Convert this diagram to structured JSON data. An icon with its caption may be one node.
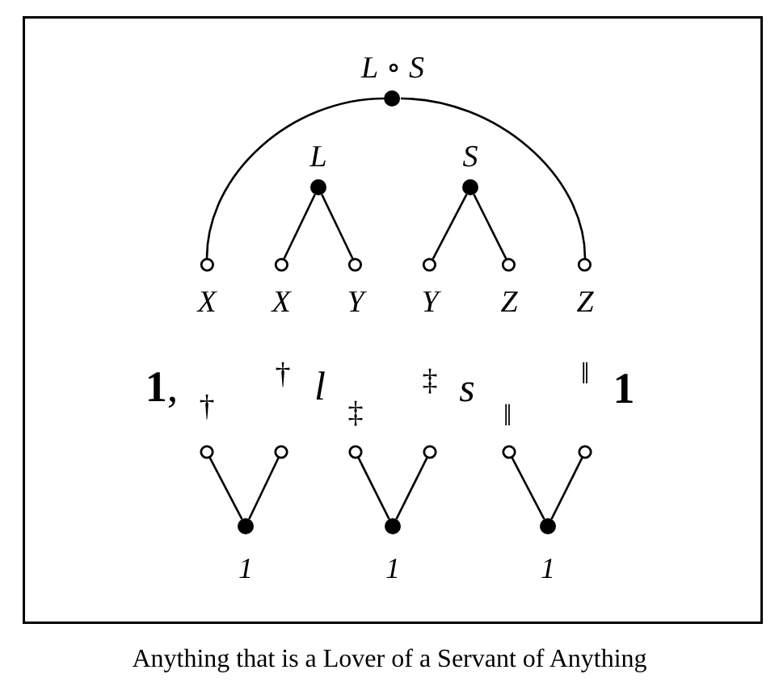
{
  "diagram": {
    "caption": "Anything that is a Lover of a Servant of Anything",
    "nodes": [
      {
        "text": [
          "*L* ∘ *S*"
        ]
      },
      {
        "text": [
          "L"
        ]
      },
      {
        "text": [
          "S"
        ]
      },
      {
        "text": [
          "X"
        ]
      },
      {
        "text": [
          "X"
        ]
      },
      {
        "text": [
          "Y"
        ]
      },
      {
        "text": [
          "Y"
        ]
      },
      {
        "text": [
          "Z"
        ]
      },
      {
        "text": [
          "Z"
        ]
      },
      {
        "text": [],
        "shape": "circle"
      },
      {
        "text": [],
        "shape": "circle"
      },
      {
        "text": [],
        "shape": "circle"
      },
      {
        "text": [],
        "shape": "circle"
      },
      {
        "text": [],
        "shape": "circle"
      },
      {
        "text": [],
        "shape": "circle"
      },
      {
        "text": [
          "1"
        ]
      },
      {
        "text": [
          "1"
        ]
      },
      {
        "text": [
          "1"
        ]
      }
    ],
    "edges": [
      {
        "from": 0,
        "to": 3,
        "arrow": "none"
      },
      {
        "from": 0,
        "to": 8,
        "arrow": "none"
      },
      {
        "from": 1,
        "to": 4,
        "arrow": "none"
      },
      {
        "from": 1,
        "to": 5,
        "arrow": "none"
      },
      {
        "from": 2,
        "to": 6,
        "arrow": "none"
      },
      {
        "from": 2,
        "to": 7,
        "arrow": "none"
      },
      {
        "from": 15,
        "to": 9,
        "arrow": "none"
      },
      {
        "from": 15,
        "to": 10,
        "arrow": "none"
      },
      {
        "from": 16,
        "to": 11,
        "arrow": "none"
      },
      {
        "from": 16,
        "to": 12,
        "arrow": "none"
      },
      {
        "from": 17,
        "to": 13,
        "arrow": "none"
      },
      {
        "from": 17,
        "to": 14,
        "arrow": "none"
      }
    ],
    "labels": [
      "**1**,",
      "†",
      "†",
      "l",
      "‡",
      "‡",
      "s",
      "‖",
      "‖",
      "1"
    ]
  }
}
